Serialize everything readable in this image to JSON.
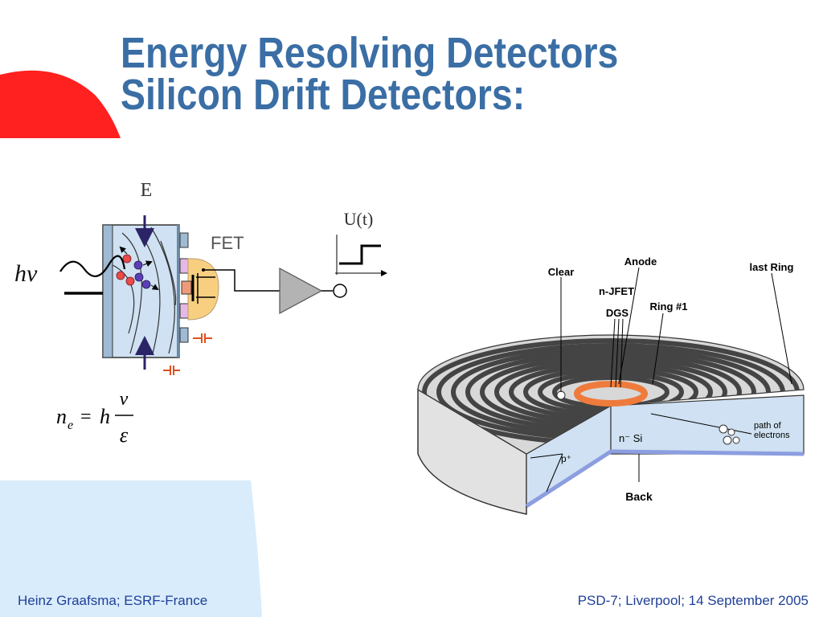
{
  "slide": {
    "title_line1": "Energy Resolving Detectors",
    "title_line2": "Silicon Drift Detectors:",
    "footer_left": "Heinz Graafsma; ESRF-France",
    "footer_right": "PSD-7; Liverpool; 14 September 2005"
  },
  "schematic": {
    "field_label": "E",
    "photon_label": "hν",
    "fet_label": "FET",
    "signal_label": "U(t)",
    "formula": {
      "lhs_base": "n",
      "lhs_sub": "e",
      "equals": "=",
      "h": "h",
      "numerator": "ν",
      "denominator": "ε"
    }
  },
  "sdd": {
    "labels": {
      "clear": "Clear",
      "anode": "Anode",
      "last_ring": "last Ring",
      "njfet": "n-JFET",
      "dgs": "DGS",
      "ring1": "Ring #1",
      "nsi": "n⁻ Si",
      "path": "path of",
      "electrons": "electrons",
      "pplus": "p⁺",
      "back": "Back"
    }
  },
  "colors": {
    "title": "#3a6ea5",
    "footer": "#1f3f99",
    "accent_red": "#ff2020",
    "silicon_blue": "#cfe1f2",
    "fet_orange": "#f8cf80",
    "anode_orange": "#ee7b3c",
    "deco_blue": "#d9ecfb"
  }
}
